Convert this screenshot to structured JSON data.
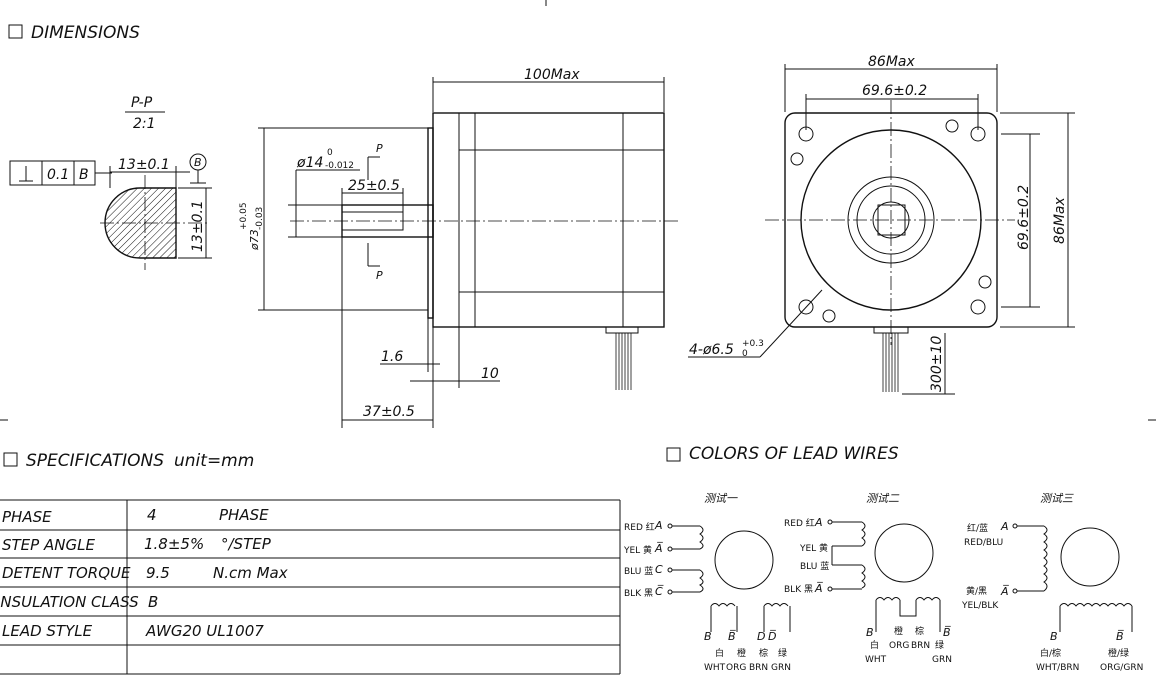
{
  "sections": {
    "dimensions": "DIMENSIONS",
    "specifications": "SPECIFICATIONS",
    "unit": "unit=mm",
    "lead_colors": "COLORS  OF  LEAD  WIRES"
  },
  "section_view": {
    "label": "P-P",
    "scale": "2:1",
    "perp_value": "0.1",
    "datum": "B",
    "width_dim": "13±0.1",
    "height_dim": "13±0.1"
  },
  "side_view": {
    "length_max": "100Max",
    "shaft_dia": "ø14",
    "shaft_tol_upper": "0",
    "shaft_tol_lower": "-0.012",
    "key_len": "25±0.5",
    "pilot_dia": "ø73",
    "pilot_tol_upper": "+0.05",
    "pilot_tol_lower": "-0.03",
    "flange_thk": "1.6",
    "flange_plate": "10",
    "shaft_len": "37±0.5",
    "section_mark": "P"
  },
  "front_view": {
    "width_max": "86Max",
    "hole_spacing_h": "69.6±0.2",
    "hole_spacing_v": "69.6±0.2",
    "height_max": "86Max",
    "hole_dia": "4-ø6.5",
    "hole_tol_upper": "+0.3",
    "hole_tol_lower": "0",
    "lead_len": "300±10"
  },
  "spec_table": [
    {
      "param": "PHASE",
      "value": "4",
      "unit": "PHASE"
    },
    {
      "param": "STEP  ANGLE",
      "value": "1.8±5%",
      "unit": "°/STEP"
    },
    {
      "param": "DETENT  TORQUE",
      "value": "9.5",
      "unit": "N.cm  Max"
    },
    {
      "param": "INSULATION  CLASS",
      "value": "B",
      "unit": ""
    },
    {
      "param": "LEAD  STYLE",
      "value": "AWG20  UL1007",
      "unit": ""
    },
    {
      "param": "",
      "value": "",
      "unit": ""
    }
  ],
  "wiring": {
    "test1": {
      "title": "测试一",
      "leads": [
        "RED 红",
        "YEL 黄",
        "BLU 蓝",
        "BLK 黑"
      ],
      "phases": [
        "A",
        "A̅",
        "C",
        "C̅"
      ],
      "bottom_phases": [
        "B",
        "B̅",
        "D",
        "D̅"
      ],
      "bottom_cn": [
        "白",
        "橙",
        "棕",
        "绿"
      ],
      "bottom_en": [
        "WHT",
        "ORG",
        "BRN",
        "GRN"
      ]
    },
    "test2": {
      "title": "测试二",
      "leads": [
        "RED 红",
        "YEL 黄",
        "BLU 蓝",
        "BLK 黑"
      ],
      "phases": [
        "A",
        "A̅"
      ],
      "bottom_phases": [
        "B",
        "B̅"
      ],
      "bottom_cn": [
        "白",
        "橙",
        "棕",
        "绿"
      ],
      "bottom_en": [
        "WHT",
        "ORG",
        "BRN",
        "GRN"
      ]
    },
    "test3": {
      "title": "测试三",
      "top_cn": "红/蓝",
      "top_en": "RED/BLU",
      "bottom_cn": "黄/黑",
      "bottom_en": "YEL/BLK",
      "phases": [
        "A",
        "A̅"
      ],
      "bottom_phases": [
        "B",
        "B̅"
      ],
      "b_cn": [
        "白/棕",
        "橙/绿"
      ],
      "b_en": [
        "WHT/BRN",
        "ORG/GRN"
      ]
    }
  }
}
